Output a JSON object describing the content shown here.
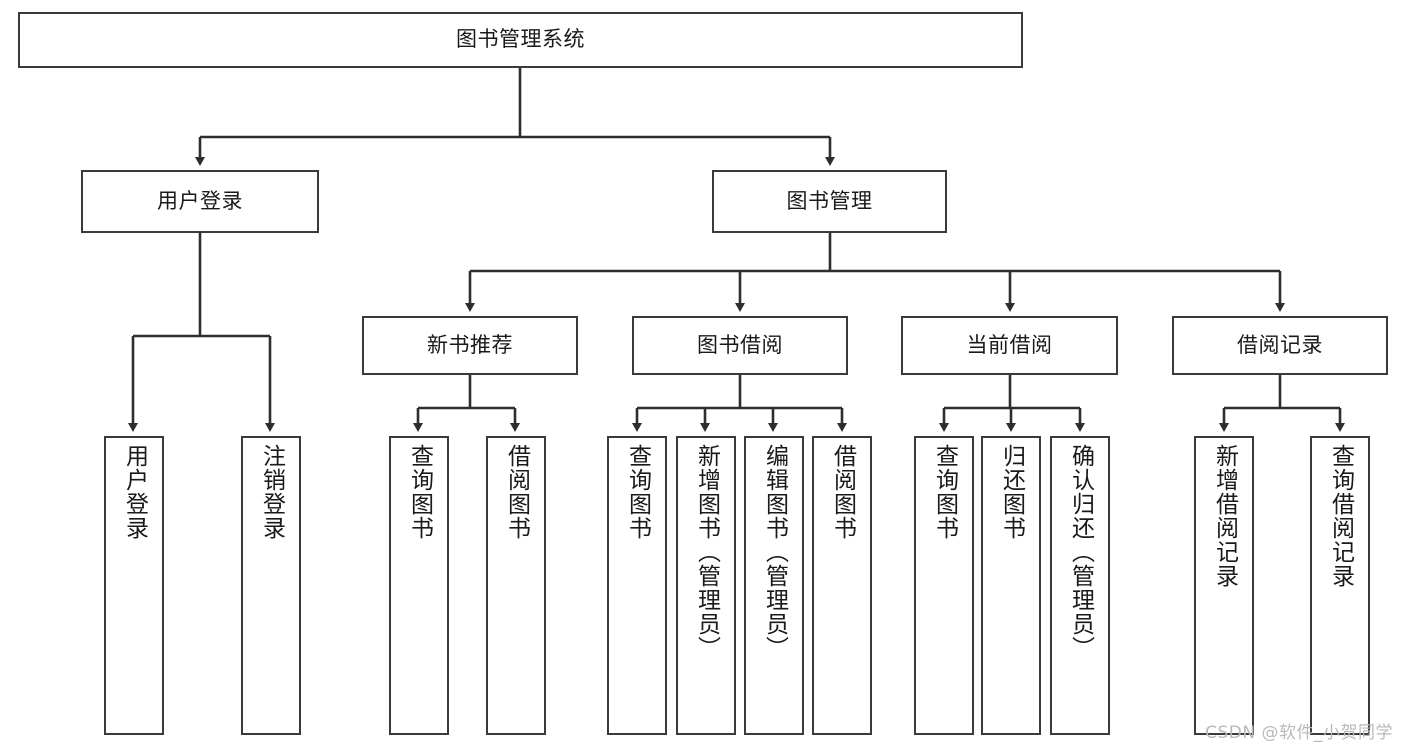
{
  "diagram": {
    "type": "tree",
    "title_node": "图书管理系统",
    "watermark": "CSDN @软件_小贺同学",
    "colors": {
      "box_border": "#3a3a3a",
      "box_fill": "#ffffff",
      "connector": "#2e2e2e",
      "text": "#1a1a1a",
      "watermark": "#b9b9b9"
    },
    "nodes": {
      "root": "图书管理系统",
      "level2": [
        "用户登录",
        "图书管理"
      ],
      "level3": [
        "新书推荐",
        "图书借阅",
        "当前借阅",
        "借阅记录"
      ],
      "leaves": {
        "user_login": [
          "用户登录",
          "注销登录"
        ],
        "new_book": [
          "查询图书",
          "借阅图书"
        ],
        "book_borrow": [
          "查询图书",
          "新增图书（管理员）",
          "编辑图书（管理员）",
          "借阅图书"
        ],
        "current_borrow": [
          "查询图书",
          "归还图书",
          "确认归还（管理员）"
        ],
        "borrow_record": [
          "新增借阅记录",
          "查询借阅记录"
        ]
      }
    }
  }
}
